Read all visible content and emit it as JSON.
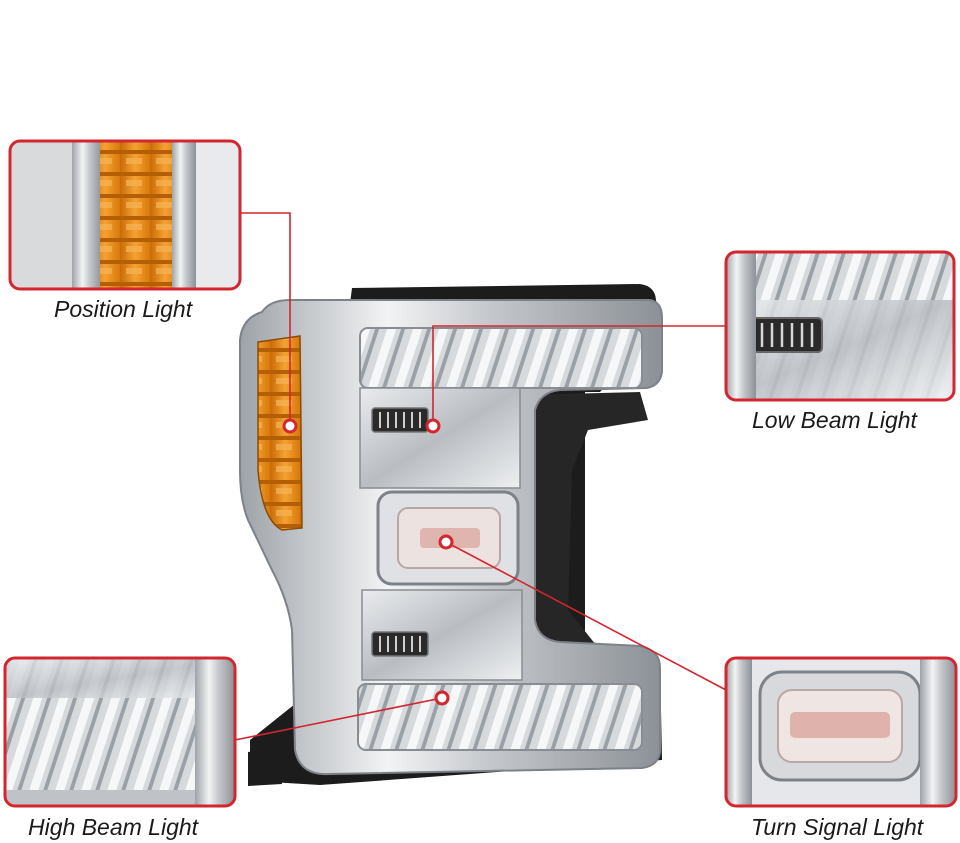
{
  "callouts": {
    "position": {
      "label": "Position Light"
    },
    "low_beam": {
      "label": "Low Beam Light"
    },
    "high_beam": {
      "label": "High Beam Light"
    },
    "turn_signal": {
      "label": "Turn Signal Light"
    }
  },
  "colors": {
    "callout_red": "#d3262e",
    "amber": "#e8890c",
    "chrome": "#c9ccd0",
    "housing_black": "#1c1c1c"
  }
}
